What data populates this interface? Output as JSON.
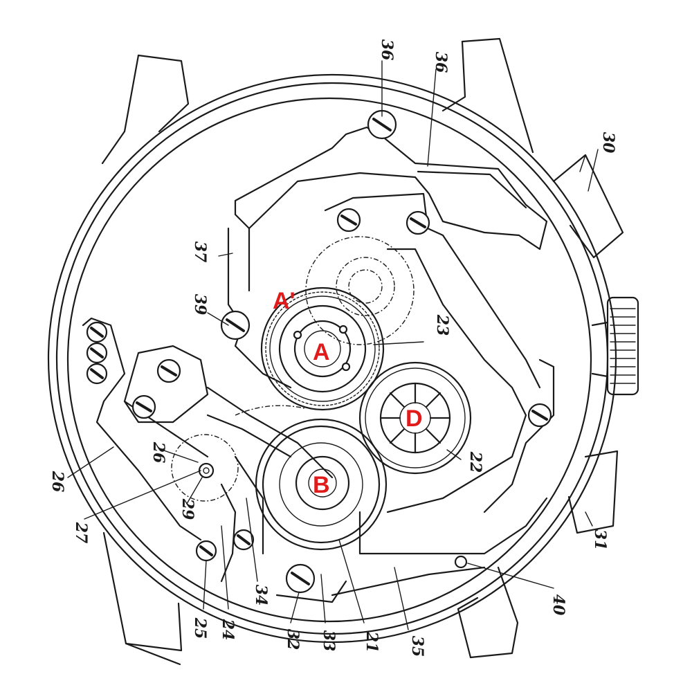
{
  "callouts": {
    "n21": "21",
    "n22": "22",
    "n23": "23",
    "n24": "24",
    "n25": "25",
    "n26a": "26",
    "n26b": "26",
    "n27": "27",
    "n29": "29",
    "n30": "30",
    "n31": "31",
    "n32": "32",
    "n33": "33",
    "n34": "34",
    "n35": "35",
    "n36a": "36",
    "n36b": "36",
    "n37": "37",
    "n39": "39",
    "n40": "40"
  },
  "markers": {
    "a_prime": "A'",
    "a": "A",
    "b": "B",
    "d": "D"
  },
  "colors": {
    "ink": "#1a1a1a",
    "marker": "#e01b1b",
    "paper": "#ffffff"
  }
}
